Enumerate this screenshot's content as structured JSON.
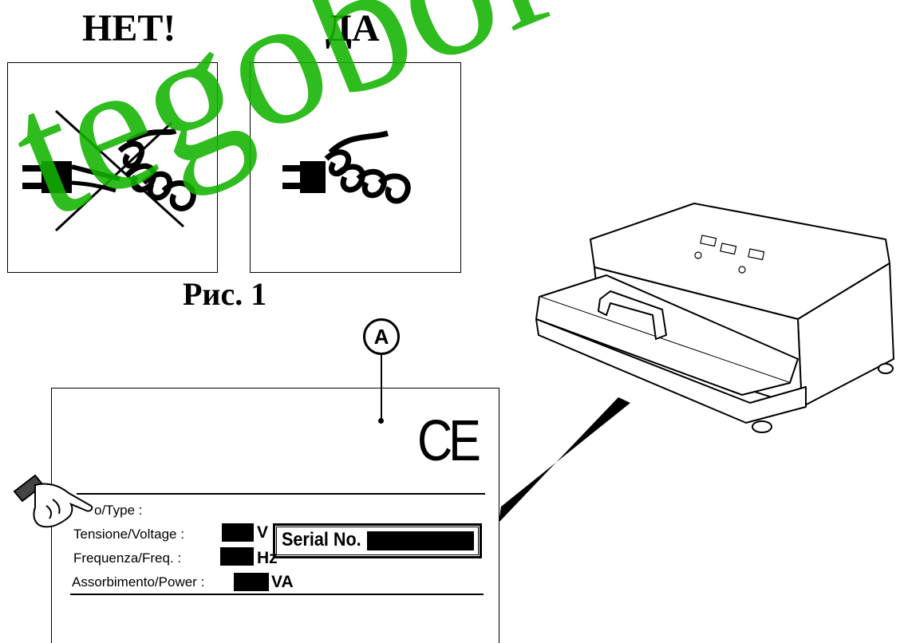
{
  "figure": {
    "heading_no": "НЕТ!",
    "heading_yes": "ДА",
    "caption": "Рис. 1"
  },
  "panels": [
    {
      "name": "wrong-plug-removal",
      "icon": "hand-pulling-cord-crossed-icon"
    },
    {
      "name": "correct-plug-removal",
      "icon": "hand-gripping-plug-icon"
    }
  ],
  "callout": {
    "label": "A"
  },
  "rating_plate": {
    "mark": "CE",
    "type_label": "o/Type :",
    "voltage_label": "Tensione/Voltage :",
    "voltage_unit": "V",
    "frequency_label": "Frequenza/Freq. :",
    "frequency_unit": "Hz",
    "power_label": "Assorbimento/Power :",
    "power_unit": "VA",
    "serial_label": "Serial No."
  },
  "watermark": {
    "text": "tegobor",
    "color": "#13b300"
  }
}
